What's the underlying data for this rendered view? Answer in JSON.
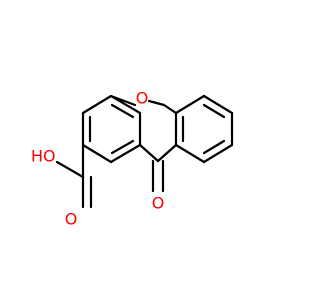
{
  "diagram": {
    "atoms": {
      "ring_oxygen": "O",
      "ketone_oxygen": "O",
      "hydroxyl": "HO",
      "carbonyl_oxygen": "O"
    },
    "colors": {
      "bond": "#000000",
      "heteroatom": "#ff0000",
      "background": "#ffffff"
    }
  }
}
